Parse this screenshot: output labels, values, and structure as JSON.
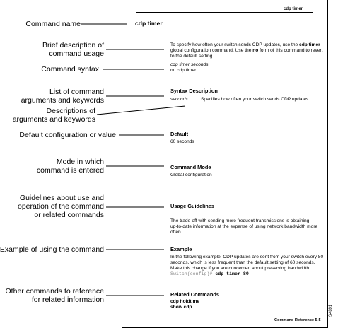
{
  "labels": {
    "command_name": "Command name",
    "brief_desc_1": "Brief description of",
    "brief_desc_2": "command usage",
    "command_syntax": "Command syntax",
    "list_args_1": "List of command",
    "list_args_2": "arguments and keywords",
    "desc_args_1": "Descriptions of",
    "desc_args_2": "arguments and keywords",
    "default_config": "Default configuration or value",
    "mode_1": "Mode in which",
    "mode_2": "command is entered",
    "guidelines_1": "Guidelines about use and",
    "guidelines_2": "operation of the command",
    "guidelines_3": "or related commands",
    "example": "Example of using the command",
    "other_1": "Other commands to reference",
    "other_2": "for related information"
  },
  "doc": {
    "running_head": "cdp timer",
    "title": "cdp timer",
    "desc": {
      "p1": "To specify how often your switch sends CDP updates, use the ",
      "b1": "cdp timer",
      "p2": "global configuration command. Use the ",
      "b2": "no",
      "p3": " form of this command to revert",
      "p4": "to the default setting."
    },
    "syntax": {
      "cmd": "cdp timer ",
      "arg": "seconds",
      "no": "no cdp timer"
    },
    "syntax_desc": {
      "heading": "Syntax Description",
      "arg": "seconds",
      "text": "Specifies how often your switch sends CDP updates"
    },
    "default": {
      "heading": "Default",
      "value": "60 seconds"
    },
    "mode": {
      "heading": "Command Mode",
      "value": "Global configuration"
    },
    "guidelines": {
      "heading": "Usage Guidelines",
      "l1": "The trade-off with sending more frequent transmissions is obtaining",
      "l2": "up-to-date information at the expense of using network bandwidth more",
      "l3": "often."
    },
    "example": {
      "heading": "Example",
      "l1": "In the following example, CDP updates are sent from your switch every 80",
      "l2": "seconds, which is less frequent than the default setting of 60 seconds.",
      "l3": "Make this change if you are concerned about preserving bandwidth.",
      "prompt": "Switch(config)#",
      "cmd": " cdp timer 80"
    },
    "related": {
      "heading": "Related Commands",
      "c1": "cdp holdtime",
      "c2": "show cdp"
    },
    "footer": "Command Reference 5-5",
    "side_id": "S4891"
  }
}
